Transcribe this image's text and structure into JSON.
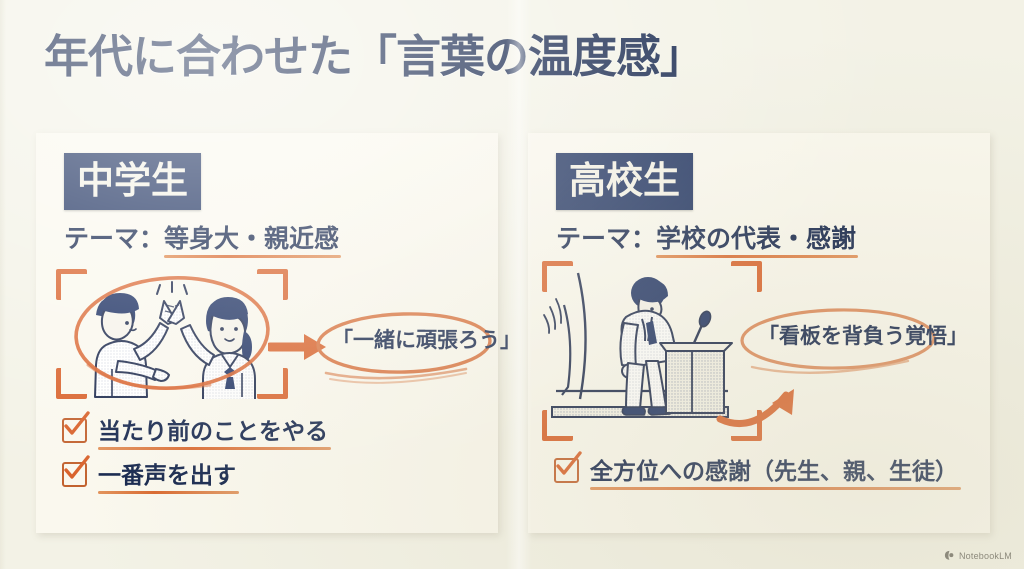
{
  "slide": {
    "title": "年代に合わせた「言葉の温度感」",
    "background_color": "#f3f2e6",
    "accent_color": "#d9622b",
    "navy_color": "#15264d"
  },
  "cards": [
    {
      "badge": "中学生",
      "theme_label": "テーマ：",
      "theme_value": "等身大・親近感",
      "illustration_name": "two-students-high-five-illustration",
      "quote": "「一緒に頑張ろう」",
      "checks": [
        "当たり前のことをやる",
        "一番声を出す"
      ]
    },
    {
      "badge": "高校生",
      "theme_label": "テーマ：",
      "theme_value": "学校の代表・感謝",
      "illustration_name": "student-bowing-at-podium-illustration",
      "quote": "「看板を背負う覚悟」",
      "checks": [
        "全方位への感謝（先生、親、生徒）"
      ]
    }
  ],
  "watermark": {
    "label": "NotebookLM",
    "icon": "notebooklm-logo-icon"
  }
}
